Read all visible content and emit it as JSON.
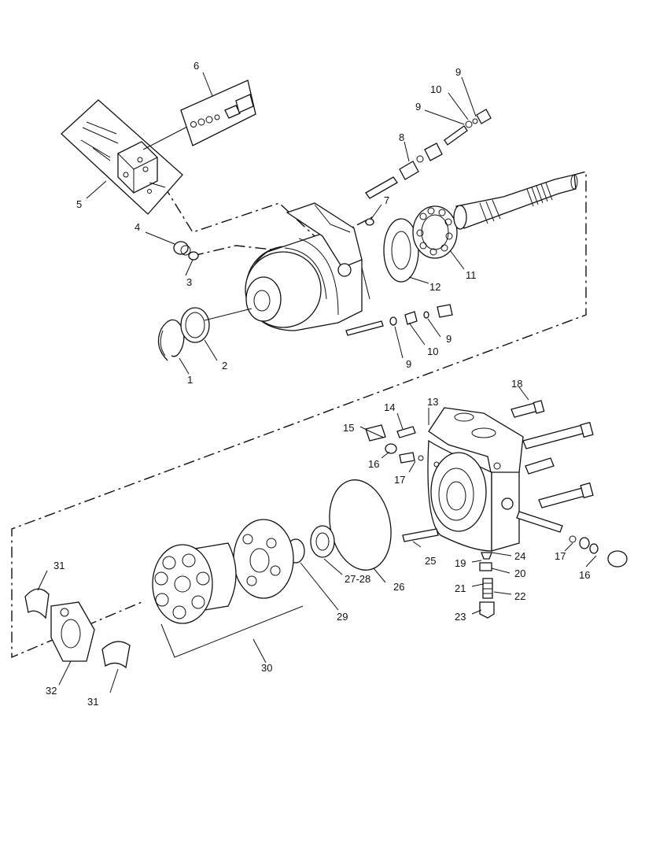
{
  "callouts": [
    "1",
    "2",
    "3",
    "4",
    "5",
    "6",
    "7",
    "8",
    "9",
    "9",
    "9",
    "9",
    "10",
    "10",
    "11",
    "12",
    "13",
    "14",
    "15",
    "16",
    "16",
    "17",
    "17",
    "18",
    "19",
    "20",
    "21",
    "22",
    "23",
    "24",
    "25",
    "26",
    "27-28",
    "29",
    "30",
    "31",
    "31",
    "32"
  ]
}
